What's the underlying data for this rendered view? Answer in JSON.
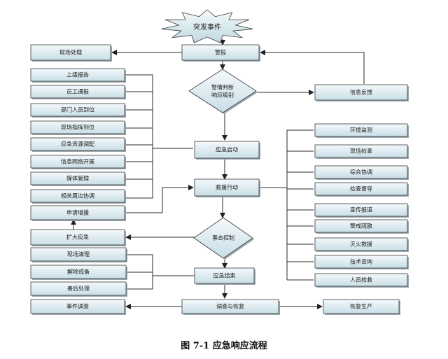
{
  "diagram": {
    "caption": "图 7-1  应急响应流程",
    "nodes": {
      "burst": {
        "label": "突发事件"
      },
      "alarm": {
        "label": "警报"
      },
      "onsite": {
        "label": "现场处理"
      },
      "judge": {
        "label": "警情判断\n响应级别"
      },
      "feedback": {
        "label": "信息反馈"
      },
      "start": {
        "label": "应急启动"
      },
      "action": {
        "label": "救援行动"
      },
      "control": {
        "label": "事态控制"
      },
      "end": {
        "label": "应急结束"
      },
      "investigate_recover": {
        "label": "调查与恢复"
      },
      "resume": {
        "label": "恢复生产"
      },
      "expand": {
        "label": "扩大应急"
      },
      "request": {
        "label": "申请增援"
      },
      "incident_inv": {
        "label": "事件调查"
      }
    },
    "left_group_1": [
      "上级报告",
      "员工通报",
      "部门人员到位",
      "现场指挥到位",
      "应急资源调配",
      "信息网络开展",
      "媒体管理",
      "相关周边协调"
    ],
    "left_group_2": [
      "现场清理",
      "解除戒备",
      "善后处理"
    ],
    "right_group": [
      "环境监测",
      "现场检查",
      "综合协调",
      "检查督导",
      "宣传报道",
      "警戒疏散",
      "灭火救援",
      "技术咨询",
      "人员抢救"
    ]
  }
}
